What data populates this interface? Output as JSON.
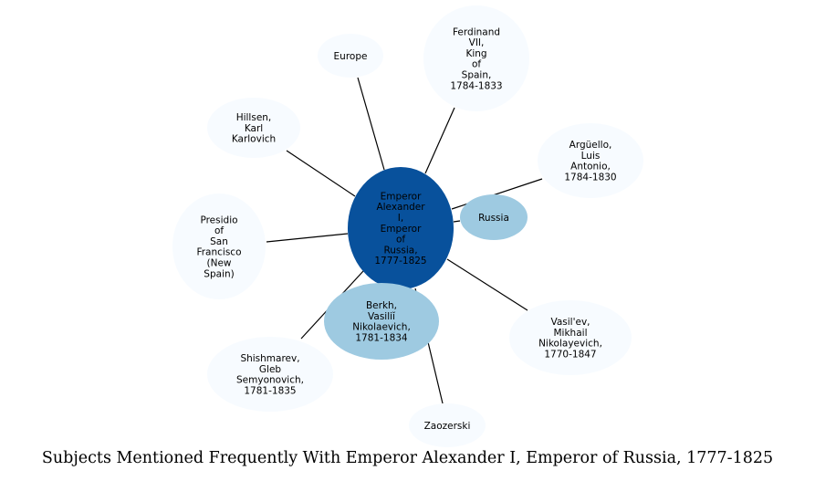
{
  "caption": "Subjects Mentioned Frequently With Emperor Alexander I, Emperor of Russia, 1777-1825",
  "colors": {
    "center_fill": "#08519c",
    "strong_fill": "#9ecae1",
    "weak_fill": "#f7fbff",
    "edge": "#000000"
  },
  "center": {
    "lines": [
      "Emperor",
      "Alexander",
      "I,",
      "Emperor",
      "of",
      "Russia,",
      "1777-1825"
    ]
  },
  "nodes": [
    {
      "id": "europe",
      "lines": [
        "Europe"
      ],
      "strength": "weak"
    },
    {
      "id": "ferdinand",
      "lines": [
        "Ferdinand",
        "VII,",
        "King",
        "of",
        "Spain,",
        "1784-1833"
      ],
      "strength": "weak"
    },
    {
      "id": "hillsen",
      "lines": [
        "Hillsen,",
        "Karl",
        "Karlovich"
      ],
      "strength": "weak"
    },
    {
      "id": "arguello",
      "lines": [
        "Argüello,",
        "Luis",
        "Antonio,",
        "1784-1830"
      ],
      "strength": "weak"
    },
    {
      "id": "russia",
      "lines": [
        "Russia"
      ],
      "strength": "strong"
    },
    {
      "id": "presidio",
      "lines": [
        "Presidio",
        "of",
        "San",
        "Francisco",
        "(New",
        "Spain)"
      ],
      "strength": "weak"
    },
    {
      "id": "berkh",
      "lines": [
        "Berkh,",
        "Vasiliĭ",
        "Nikolaevich,",
        "1781-1834"
      ],
      "strength": "strong"
    },
    {
      "id": "vasilev",
      "lines": [
        "Vasil'ev,",
        "Mikhail",
        "Nikolayevich,",
        "1770-1847"
      ],
      "strength": "weak"
    },
    {
      "id": "shishmarev",
      "lines": [
        "Shishmarev,",
        "Gleb",
        "Semyonovich,",
        "1781-1835"
      ],
      "strength": "weak"
    },
    {
      "id": "zaozerski",
      "lines": [
        "Zaozerski"
      ],
      "strength": "weak"
    }
  ]
}
